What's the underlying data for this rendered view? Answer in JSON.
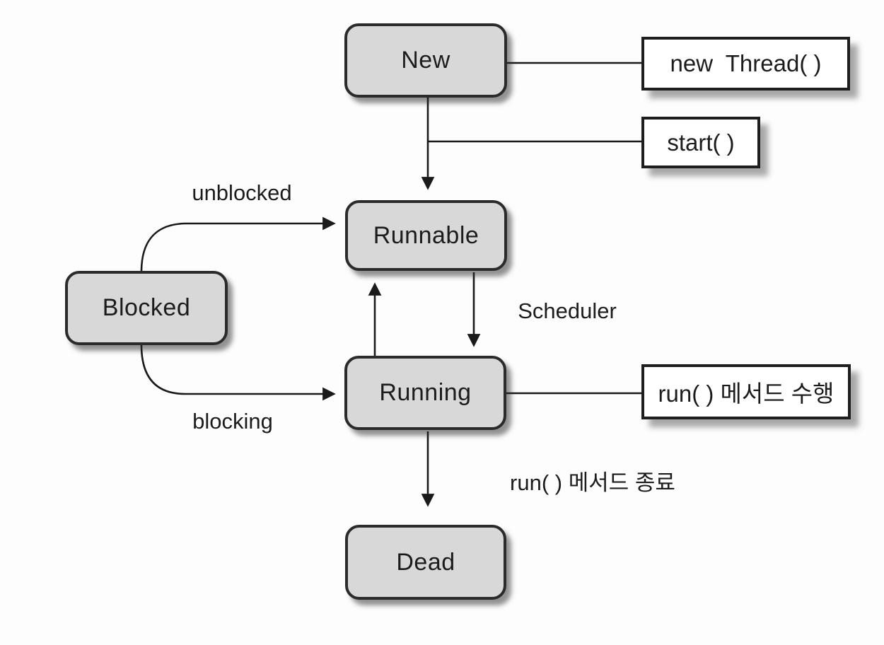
{
  "diagram": {
    "type": "state-diagram",
    "subject": "Thread lifecycle",
    "states": {
      "new": "New",
      "runnable": "Runnable",
      "running": "Running",
      "blocked": "Blocked",
      "dead": "Dead"
    },
    "callouts": {
      "new_thread": "new  Thread( )",
      "start": "start( )",
      "run_method": "run( ) 메서드 수행"
    },
    "edge_labels": {
      "unblocked": "unblocked",
      "blocking": "blocking",
      "scheduler": "Scheduler",
      "run_end": "run( ) 메서드 종료"
    },
    "edges": [
      {
        "from": "New",
        "to": "new  Thread( )",
        "label": ""
      },
      {
        "from": "New",
        "to": "start( )",
        "label": ""
      },
      {
        "from": "New",
        "to": "Runnable",
        "label": ""
      },
      {
        "from": "Runnable",
        "to": "Running",
        "label": "Scheduler"
      },
      {
        "from": "Running",
        "to": "Runnable",
        "label": ""
      },
      {
        "from": "Running",
        "to": "run( ) 메서드 수행",
        "label": ""
      },
      {
        "from": "Running",
        "to": "Dead",
        "label": "run( ) 메서드 종료"
      },
      {
        "from": "Blocked",
        "to": "Runnable",
        "label": "unblocked"
      },
      {
        "from": "Blocked",
        "to": "Running",
        "label": "blocking"
      }
    ],
    "colors": {
      "state_fill": "#d8d8d8",
      "state_border": "#2b2b2b",
      "callout_fill": "#ffffff",
      "callout_border": "#1e1e1e",
      "line": "#1a1a1a",
      "background": "#fdfdfd"
    }
  }
}
